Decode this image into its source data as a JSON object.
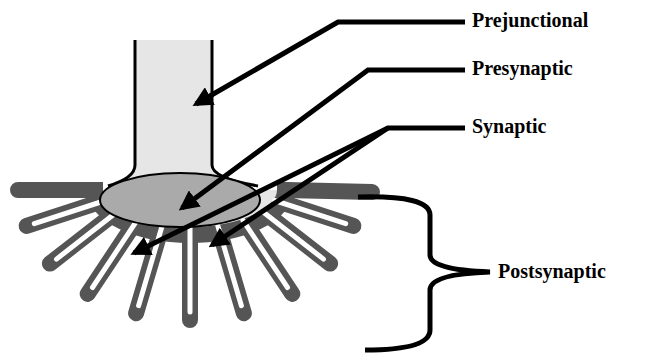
{
  "diagram": {
    "labels": [
      "Prejunctional",
      "Presynaptic",
      "Synaptic",
      "Postsynaptic"
    ]
  }
}
